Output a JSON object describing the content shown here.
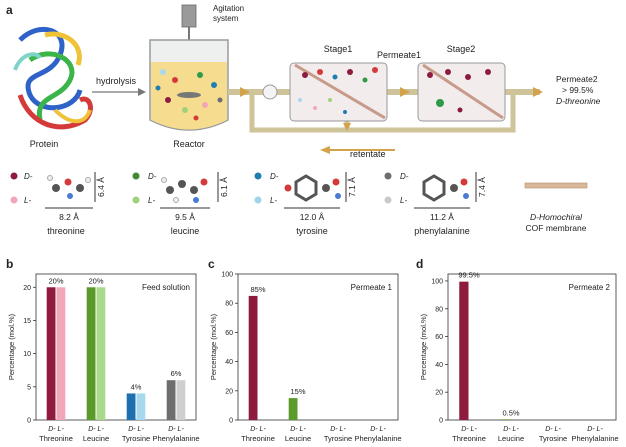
{
  "panel_a": {
    "panel_label": "a",
    "protein_label": "Protein",
    "hydrolysis_label": "hydrolysis",
    "agitation_label_1": "Agitation",
    "agitation_label_2": "system",
    "reactor_label": "Reactor",
    "stage1_label": "Stage1",
    "stage2_label": "Stage2",
    "permeate1_label": "Permeate1",
    "permeate2_line1": "Permeate2",
    "permeate2_line2": "> 99.5%",
    "permeate2_line3": "D-threonine",
    "retentate_label": "retentate",
    "molecules": [
      {
        "name": "threonine",
        "length": "8.2 Å",
        "width": "6.4 Å",
        "d_color": "#8e1b3d",
        "l_color": "#f2a7b8"
      },
      {
        "name": "leucine",
        "length": "9.5 Å",
        "width": "6.1 Å",
        "d_color": "#3f8a2f",
        "l_color": "#9fd17c"
      },
      {
        "name": "tyrosine",
        "length": "12.0 Å",
        "width": "7.1 Å",
        "d_color": "#1e7fb0",
        "l_color": "#9fd4ea"
      },
      {
        "name": "phenylalanine",
        "length": "11.2 Å",
        "width": "7.4 Å",
        "d_color": "#6e6e6e",
        "l_color": "#c9c9c9"
      }
    ],
    "d_tag": "D-",
    "l_tag": "L-",
    "membrane_line1": "D-Homochiral",
    "membrane_line2": "COF membrane"
  },
  "chart_data": [
    {
      "panel_label": "b",
      "type": "bar",
      "annotation": "Feed solution",
      "ylabel": "Percentage (mol.%)",
      "ylim": [
        0,
        22
      ],
      "yticks": [
        0,
        5,
        10,
        15,
        20
      ],
      "categories": [
        "Threonine",
        "Leucine",
        "Tyrosine",
        "Phenylalanine"
      ],
      "pair_label": "D- L-",
      "series": [
        {
          "name": "D-",
          "values": [
            20,
            20,
            4,
            6
          ]
        },
        {
          "name": "L-",
          "values": [
            20,
            20,
            4,
            6
          ]
        }
      ],
      "value_labels": [
        "20%",
        "20%",
        "4%",
        "6%"
      ]
    },
    {
      "panel_label": "c",
      "type": "bar",
      "annotation": "Permeate 1",
      "ylabel": "Percentage (mol.%)",
      "ylim": [
        0,
        100
      ],
      "yticks": [
        0,
        20,
        40,
        60,
        80,
        100
      ],
      "categories": [
        "Threonine",
        "Leucine",
        "Tyrosine",
        "Phenylalanine"
      ],
      "pair_label": "D- L-",
      "series": [
        {
          "name": "D-",
          "values": [
            85,
            15,
            0,
            0
          ]
        },
        {
          "name": "L-",
          "values": [
            0,
            0,
            0,
            0
          ]
        }
      ],
      "value_labels": [
        "85%",
        "15%",
        "",
        ""
      ]
    },
    {
      "panel_label": "d",
      "type": "bar",
      "annotation": "Permeate 2",
      "ylabel": "Percentage (mol.%)",
      "ylim": [
        0,
        105
      ],
      "yticks": [
        0,
        20,
        40,
        60,
        80,
        100
      ],
      "categories": [
        "Threonine",
        "Leucine",
        "Tyrosine",
        "Phenylalanine"
      ],
      "pair_label": "D- L-",
      "series": [
        {
          "name": "D-",
          "values": [
            99.5,
            0.5,
            0,
            0
          ]
        },
        {
          "name": "L-",
          "values": [
            0,
            0,
            0,
            0
          ]
        }
      ],
      "value_labels": [
        "99.5%",
        "0.5%",
        "",
        ""
      ]
    }
  ],
  "colors": {
    "threonine_d": "#8e1b3d",
    "threonine_l": "#f2a7b8",
    "leucine_d": "#5a9a2a",
    "leucine_l": "#a9d98a",
    "tyrosine_d": "#1e6fb0",
    "tyrosine_l": "#a8d8ee",
    "phenylalanine_d": "#6e6e6e",
    "phenylalanine_l": "#cfcfcf",
    "flow_arrow": "#d4a24a",
    "pipe": "#cfc39a"
  }
}
